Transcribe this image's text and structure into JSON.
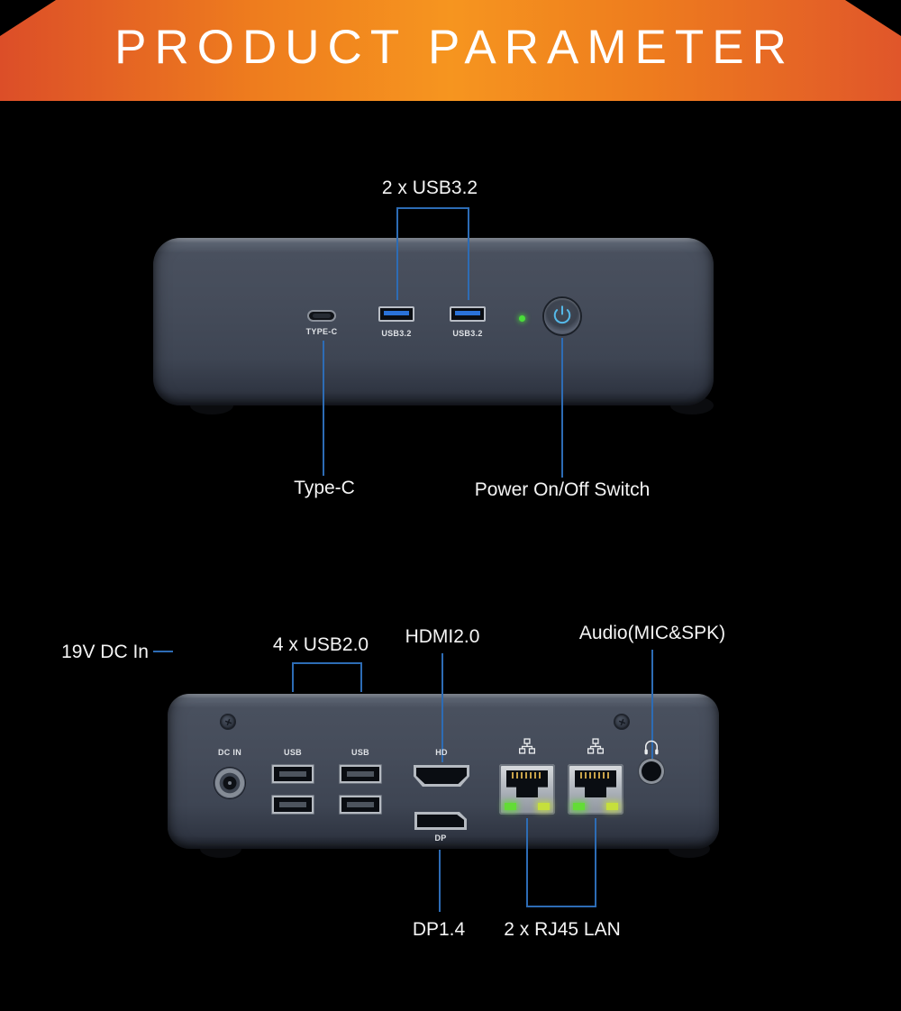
{
  "header": {
    "title": "PRODUCT PARAMETER"
  },
  "front_view": {
    "annotations": {
      "usb": "2 x USB3.2",
      "type_c": "Type-C",
      "power": "Power On/Off Switch"
    },
    "port_labels": {
      "type_c": "TYPE-C",
      "usb_1": "USB3.2",
      "usb_2": "USB3.2"
    }
  },
  "rear_view": {
    "annotations": {
      "dc_in": "19V DC In",
      "usb": "4 x USB2.0",
      "hdmi": "HDMI2.0",
      "audio": "Audio(MIC&SPK)",
      "dp": "DP1.4",
      "lan": "2 x RJ45 LAN"
    },
    "port_labels": {
      "dc_in": "DC IN",
      "usb_1": "USB",
      "usb_2": "USB",
      "hdmi": "HD",
      "dp": "DP"
    }
  },
  "icons": {
    "power": "power-icon",
    "ethernet_left": "ethernet-icon",
    "ethernet_right": "ethernet-icon",
    "headphone": "headphone-icon",
    "screw_left": "screw-icon",
    "screw_right": "screw-icon"
  },
  "colors": {
    "background": "#000000",
    "banner_gradient_start": "#dc4e28",
    "banner_gradient_mid": "#f6951f",
    "banner_gradient_end": "#e0562a",
    "annotation_line": "#2d6cb5",
    "annotation_text": "#f4f4f4",
    "device_body": "#454c5a",
    "usb3_tongue": "#2a72d9",
    "power_symbol": "#55b9e9",
    "front_led_green": "#4ade3a",
    "lan_led_green": "#63dc36",
    "lan_led_yellow": "#c6df3c"
  }
}
